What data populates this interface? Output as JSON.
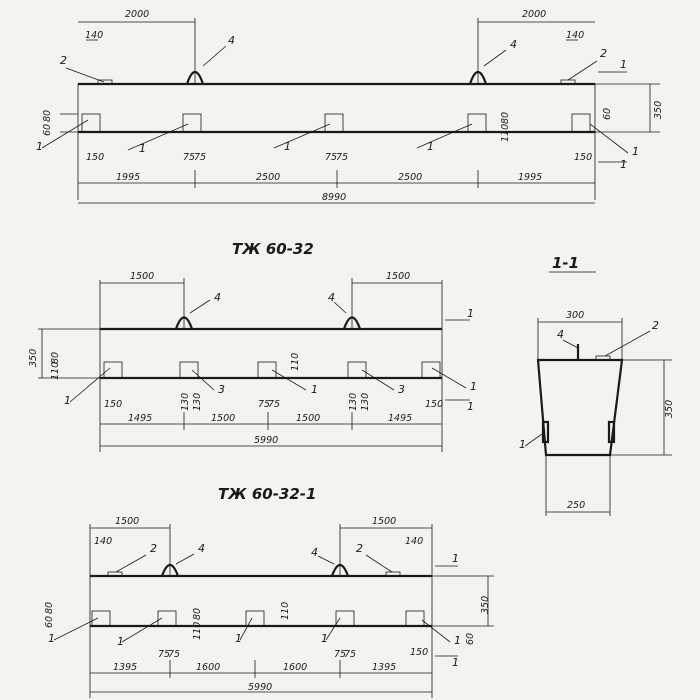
{
  "views": {
    "tzh6032": {
      "title": "ТЖ 60-32"
    },
    "tzh60321": {
      "title": "ТЖ 60-32-1"
    },
    "section": {
      "title": "1-1"
    }
  },
  "dims": {
    "top": {
      "left_2000": "2000",
      "right_2000": "2000",
      "left_140": "140",
      "right_140": "140",
      "h_350": "350",
      "h_60": "60",
      "h_80": "80",
      "h_110": "110",
      "r_80": "80",
      "r_60": "60",
      "b_150_l": "150",
      "b_150_r": "150",
      "b_75a": "75",
      "b_75b": "75",
      "b_75c": "75",
      "b_75d": "75",
      "seg_1995_l": "1995",
      "seg_2500_a": "2500",
      "seg_2500_b": "2500",
      "seg_1995_r": "1995",
      "total": "8990"
    },
    "mid": {
      "left_1500": "1500",
      "right_1500": "1500",
      "h_350": "350",
      "h_110": "110",
      "h_80": "80",
      "h_110_mid": "110",
      "b_150_l": "150",
      "b_130a": "130",
      "b_130b": "130",
      "b_75a": "75",
      "b_75b": "75",
      "b_130c": "130",
      "b_130d": "130",
      "b_150_r": "150",
      "seg_1495_l": "1495",
      "seg_1500_a": "1500",
      "seg_1500_b": "1500",
      "seg_1495_r": "1495",
      "total": "5990"
    },
    "bot": {
      "left_1500": "1500",
      "right_1500": "1500",
      "left_140": "140",
      "right_140": "140",
      "h_350": "350",
      "h_60": "60",
      "h_80": "80",
      "h_110": "110",
      "h_110b": "110",
      "r_80": "80",
      "r_60": "60",
      "b_75a": "75",
      "b_75b": "75",
      "b_75c": "75",
      "b_75d": "75",
      "b_150_r": "150",
      "seg_1395_l": "1395",
      "seg_1600_a": "1600",
      "seg_1600_b": "1600",
      "seg_1395_r": "1395",
      "total": "5990"
    },
    "section": {
      "width_top": "300",
      "height": "350",
      "width_bottom": "250"
    }
  },
  "callouts": {
    "c1": "1",
    "c2": "2",
    "c3": "3",
    "c4": "4"
  }
}
